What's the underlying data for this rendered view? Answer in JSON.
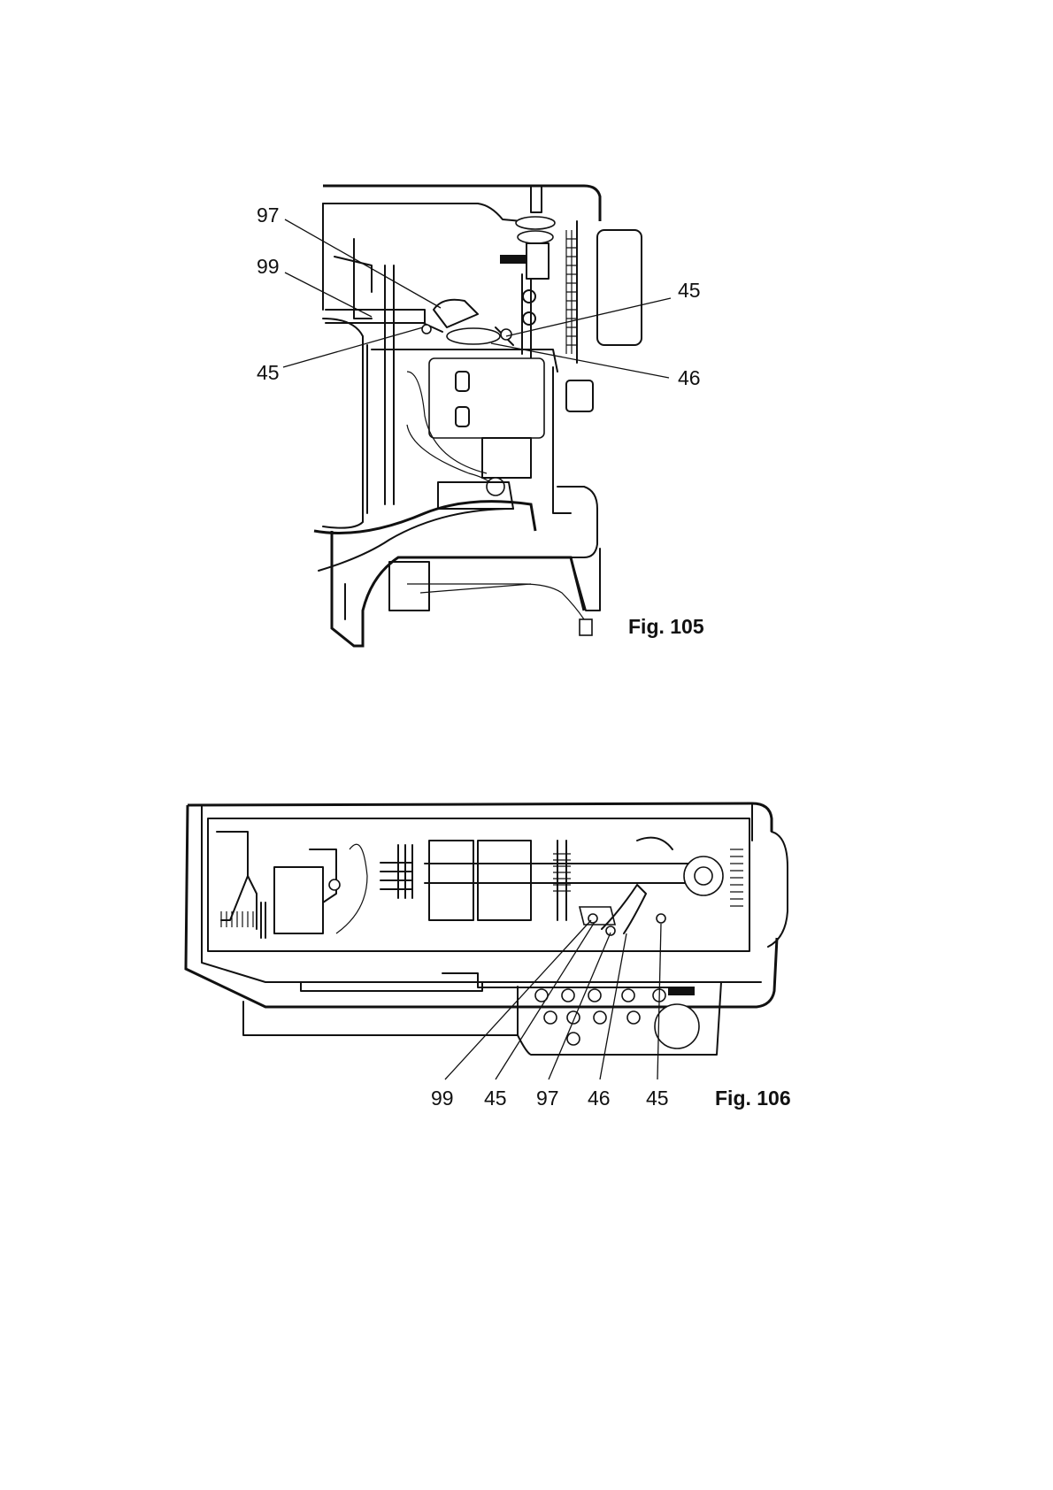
{
  "figures": [
    {
      "caption": "Fig. 105",
      "callouts": [
        "97",
        "99",
        "45",
        "45",
        "46"
      ]
    },
    {
      "caption": "Fig. 106",
      "callouts": [
        "99",
        "45",
        "97",
        "46",
        "45"
      ]
    }
  ]
}
